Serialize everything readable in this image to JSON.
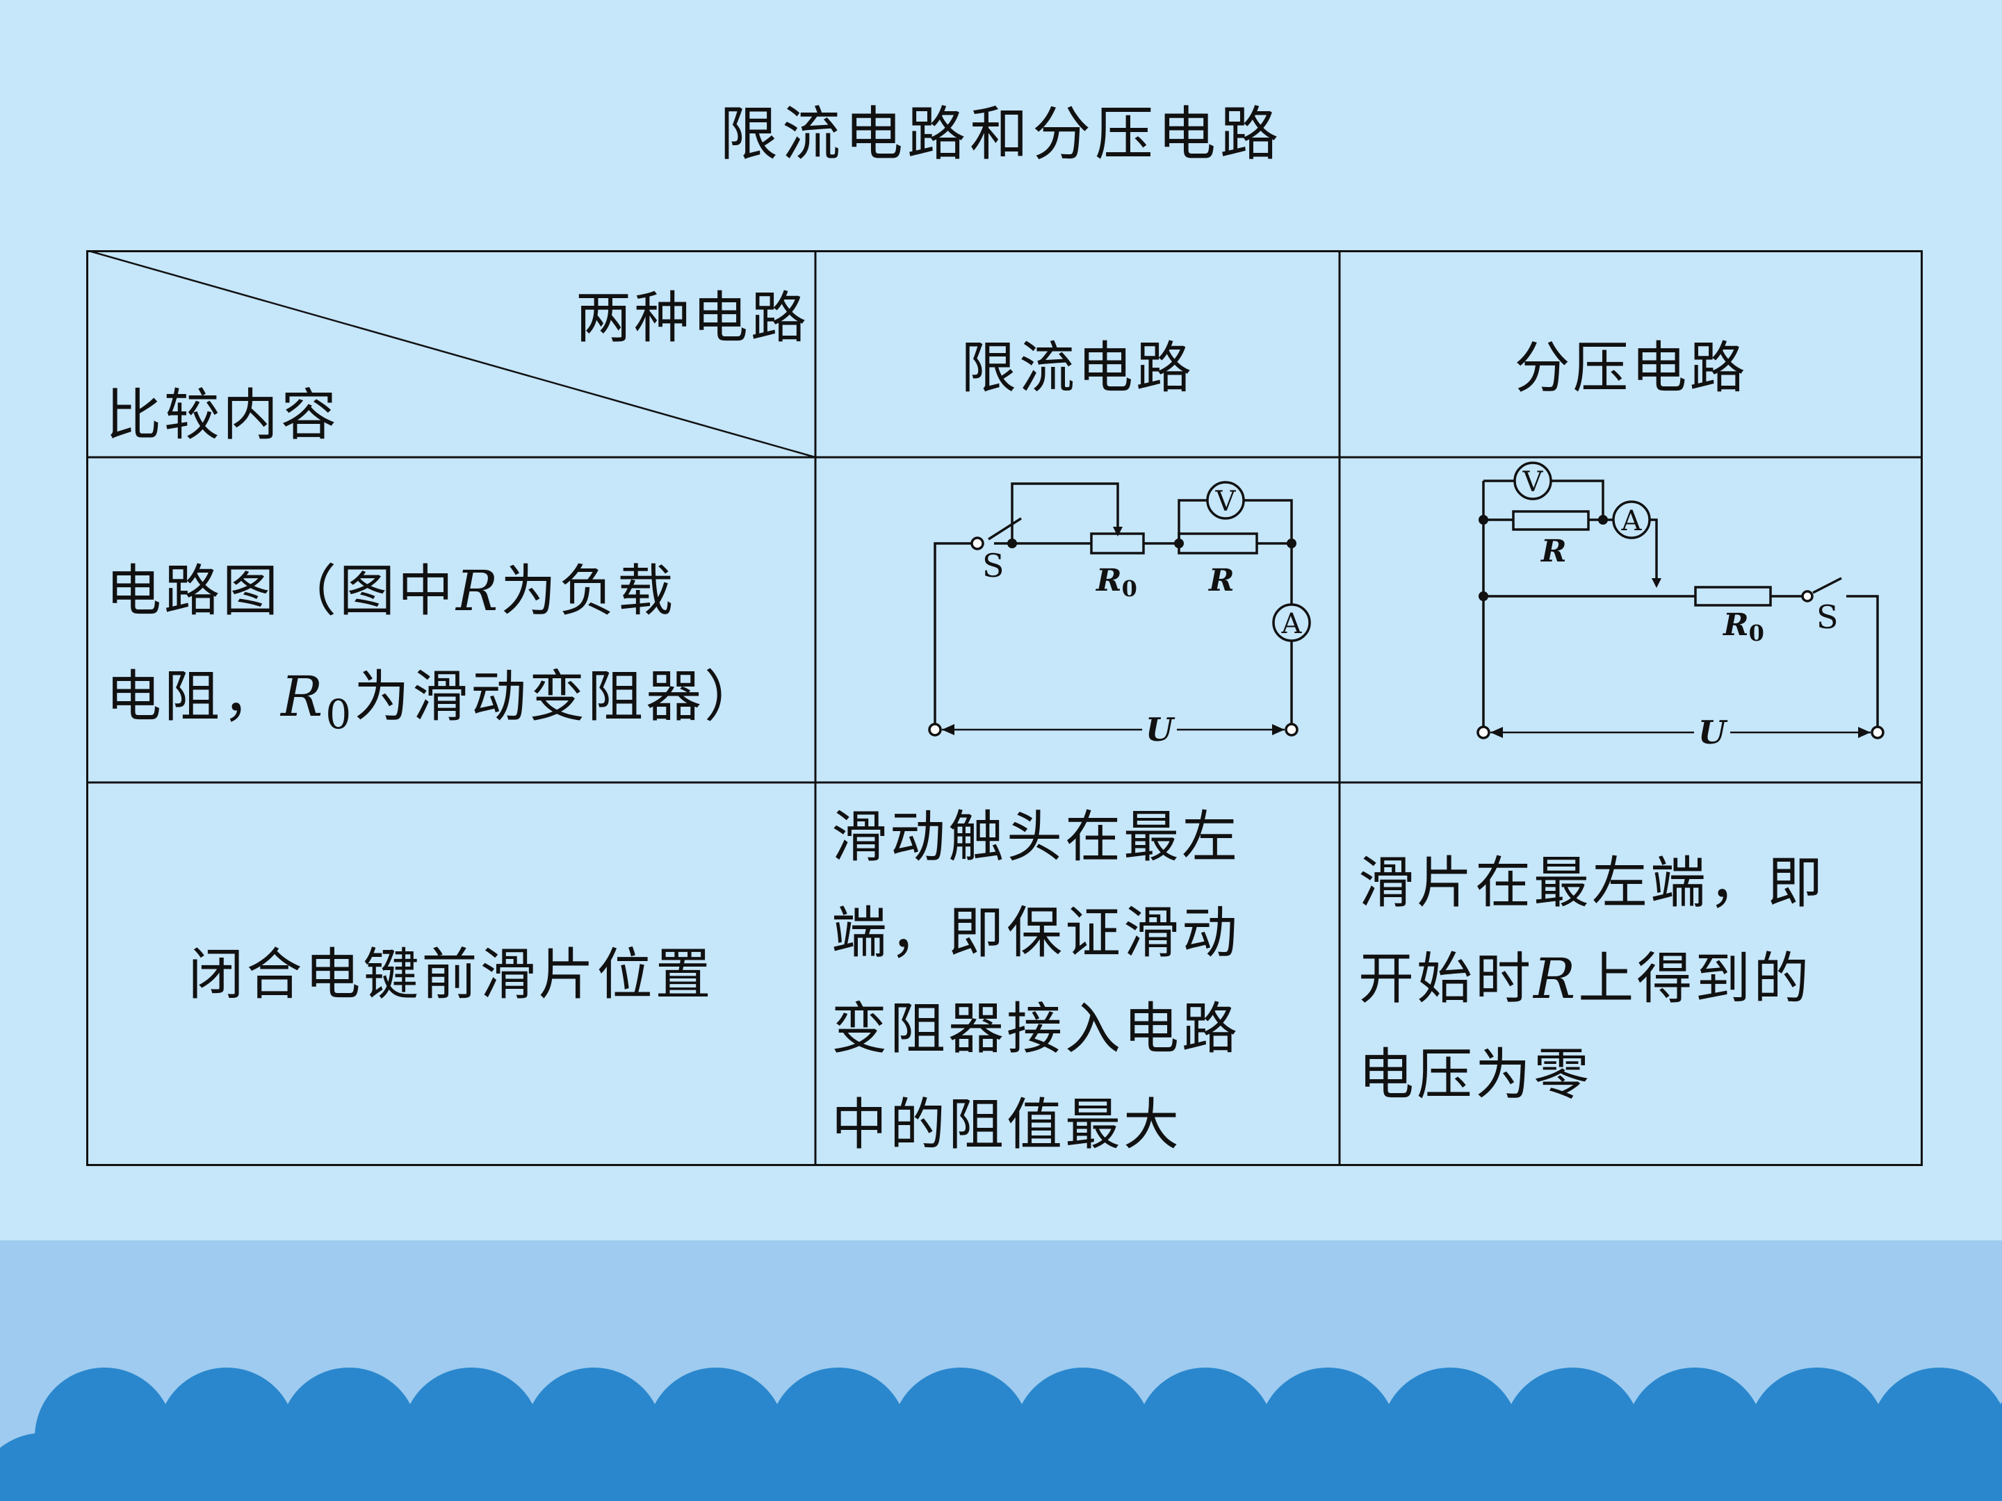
{
  "slide": {
    "title": "限流电路和分压电路"
  },
  "table": {
    "corner_top": "两种电路",
    "corner_bottom": "比较内容",
    "col_limit_header": "限流电路",
    "col_divider_header": "分压电路",
    "row1_label_line1_pre": "电路图（图中",
    "row1_label_line1_var": "R",
    "row1_label_line1_post": "为负载",
    "row1_label_line2_pre": "电阻，",
    "row1_label_line2_var": "R",
    "row1_label_line2_sub": "0",
    "row1_label_line2_post": "为滑动变阻器）",
    "row2_label": "闭合电键前滑片位置",
    "row2_limit_lines": [
      "滑动触头在最左",
      "端，即保证滑动",
      "变阻器接入电路",
      "中的阻值最大"
    ],
    "row2_divider_line1": "滑片在最左端，即",
    "row2_divider_line2_pre": "开始时",
    "row2_divider_line2_var": "R",
    "row2_divider_line2_post": "上得到的",
    "row2_divider_line3": "电压为零"
  },
  "circuits": {
    "switch_label": "S",
    "rheostat_label": "R",
    "rheostat_sub": "0",
    "load_label": "R",
    "voltmeter_label": "V",
    "ammeter_label": "A",
    "voltage_label": "U"
  },
  "colors": {
    "background": "#c6e6fa",
    "footer_band": "#9ecbef",
    "waves": "#2a87cd"
  }
}
